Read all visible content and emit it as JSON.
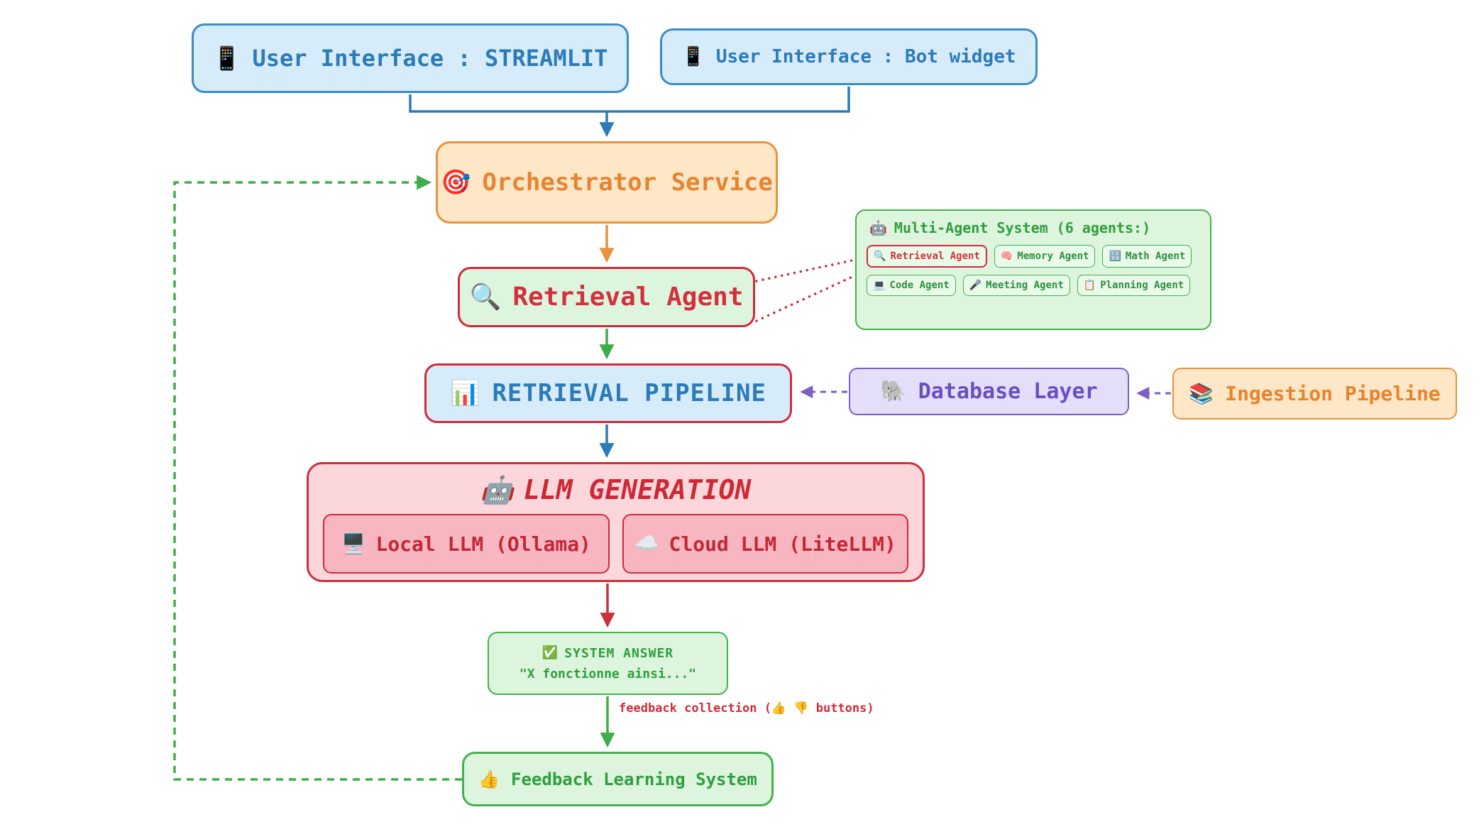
{
  "nodes": {
    "ui_streamlit": {
      "icon": "📱",
      "label": "User Interface : STREAMLIT"
    },
    "ui_bot_widget": {
      "icon": "📱",
      "label": "User Interface : Bot widget"
    },
    "orchestrator": {
      "icon": "🎯",
      "label": "Orchestrator Service"
    },
    "retrieval_agent": {
      "icon": "🔍",
      "label": "Retrieval Agent"
    },
    "multi_agent_system": {
      "icon": "🤖",
      "label": "Multi-Agent System (6 agents:)",
      "agents": [
        {
          "icon": "🔍",
          "label": "Retrieval Agent"
        },
        {
          "icon": "🧠",
          "label": "Memory Agent"
        },
        {
          "icon": "🔢",
          "label": "Math Agent"
        },
        {
          "icon": "💻",
          "label": "Code Agent"
        },
        {
          "icon": "🎤",
          "label": "Meeting Agent"
        },
        {
          "icon": "📋",
          "label": "Planning Agent"
        }
      ]
    },
    "retrieval_pipeline": {
      "icon": "📊",
      "label": "RETRIEVAL PIPELINE"
    },
    "database_layer": {
      "icon": "🐘",
      "label": "Database Layer"
    },
    "ingestion_pipeline": {
      "icon": "📚",
      "label": "Ingestion Pipeline"
    },
    "llm_generation": {
      "icon": "🤖",
      "label": "LLM GENERATION",
      "local_llm": {
        "icon": "🖥️",
        "label": "Local LLM (Ollama)"
      },
      "cloud_llm": {
        "icon": "☁️",
        "label": "Cloud LLM (LiteLLM)"
      }
    },
    "system_answer": {
      "icon": "✅",
      "label": "SYSTEM ANSWER",
      "quote": "\"X fonctionne ainsi...\""
    },
    "feedback_learning": {
      "icon": "👍",
      "label": "Feedback Learning System"
    }
  },
  "edge_labels": {
    "feedback_collection": "feedback collection (👍 👎 buttons)"
  },
  "palette": {
    "blue": "#2b7bb9",
    "orange": "#e8923e",
    "green": "#3fae49",
    "red": "#cc2936",
    "purple": "#7c5cbf"
  }
}
